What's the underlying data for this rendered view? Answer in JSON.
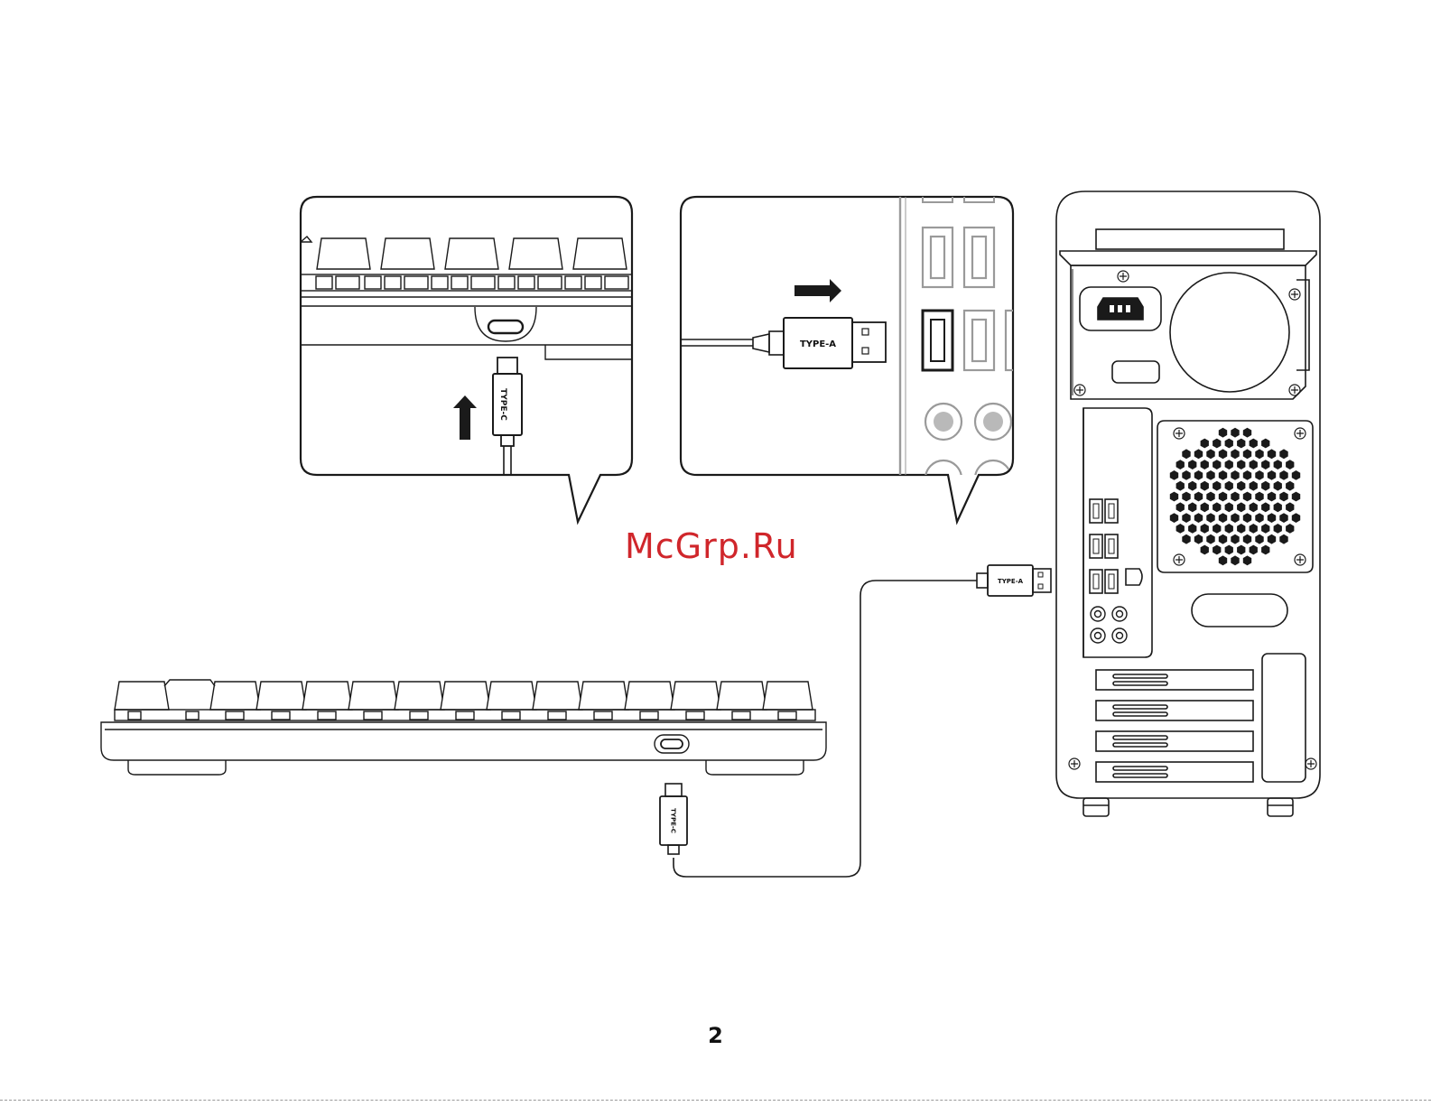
{
  "watermark": "McGrp.Ru",
  "page_number": "2",
  "connectors": {
    "type_c": "TYPE-C",
    "type_a": "TYPE-A"
  },
  "colors": {
    "line": "#1a1a1a",
    "watermark": "#d0262b",
    "fill_light": "#ffffff",
    "fill_port": "#b9b9b9"
  }
}
